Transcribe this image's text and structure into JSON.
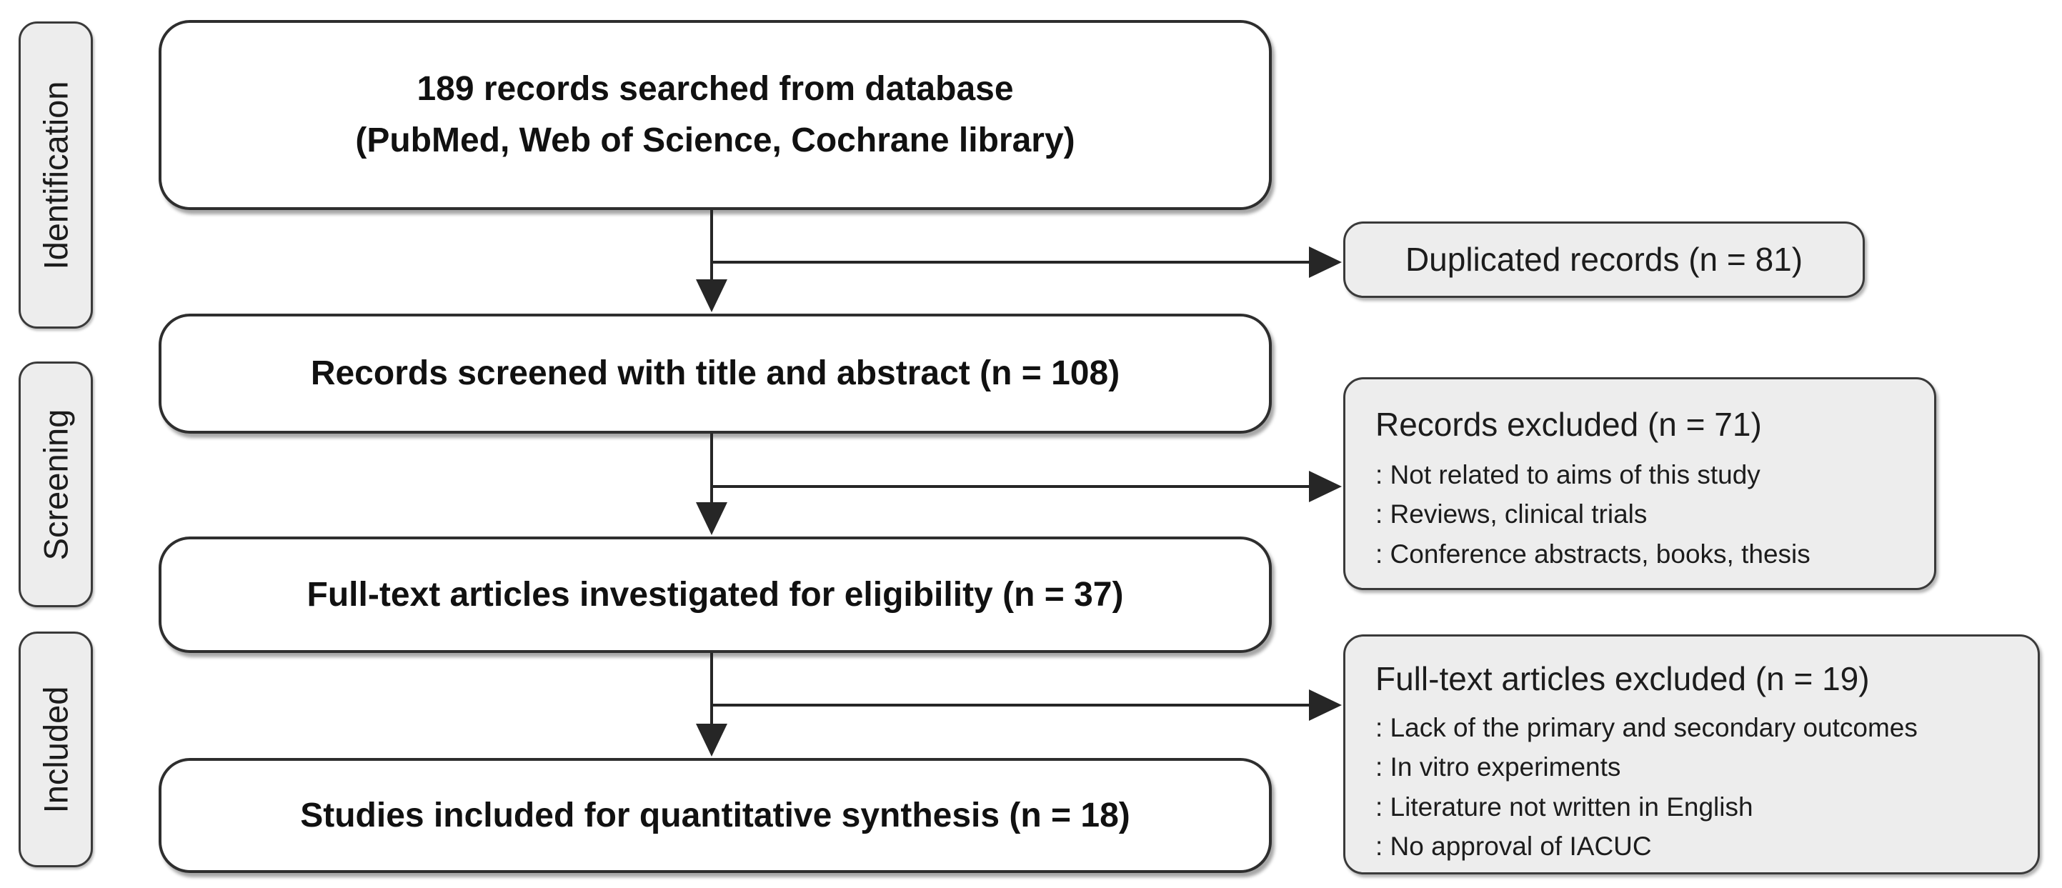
{
  "diagram": {
    "title": "PRISMA study selection flow diagram",
    "colors": {
      "background": "#ffffff",
      "main_box_fill": "#ffffff",
      "side_box_fill": "#ededed",
      "border": "#2e2e2e",
      "text": "#111111",
      "connector": "#262626"
    },
    "stages": [
      {
        "id": "identification",
        "label": "Identification"
      },
      {
        "id": "screening",
        "label": "Screening"
      },
      {
        "id": "included",
        "label": "Included"
      }
    ],
    "main_boxes": [
      {
        "id": "records-searched",
        "lines": [
          "189 records searched from database",
          "(PubMed, Web of Science, Cochrane library)"
        ]
      },
      {
        "id": "records-screened",
        "lines": [
          "Records screened with title and abstract (n = 108)"
        ]
      },
      {
        "id": "fulltext-investigated",
        "lines": [
          "Full-text articles investigated for eligibility (n = 37)"
        ]
      },
      {
        "id": "studies-included",
        "lines": [
          "Studies included for quantitative synthesis (n = 18)"
        ]
      }
    ],
    "side_boxes": [
      {
        "id": "duplicated-records",
        "title": "Duplicated records (n = 81)",
        "items": []
      },
      {
        "id": "records-excluded",
        "title": "Records excluded (n = 71)",
        "items": [
          ": Not related to aims of this study",
          ": Reviews, clinical trials",
          ": Conference abstracts, books, thesis"
        ]
      },
      {
        "id": "fulltext-excluded",
        "title": "Full-text articles excluded (n = 19)",
        "items": [
          ": Lack of the primary and secondary outcomes",
          ": In vitro experiments",
          ": Literature not written in English",
          ": No approval of IACUC"
        ]
      }
    ]
  }
}
